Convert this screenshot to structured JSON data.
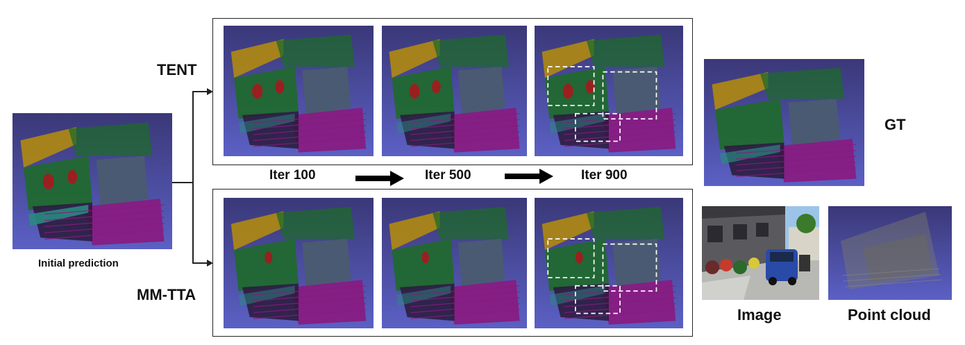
{
  "labels": {
    "initial": "Initial prediction",
    "tent": "TENT",
    "mmtta": "MM-TTA",
    "gt": "GT",
    "image": "Image",
    "point_cloud": "Point cloud"
  },
  "iterations": [
    "Iter 100",
    "Iter 500",
    "Iter 900"
  ],
  "colors": {
    "sky_top": "#3a3878",
    "sky_bottom": "#5b60c4",
    "building": "#b08a10",
    "vegetation": "#1e6a2a",
    "car": "#4a5a72",
    "road": "#8a1a80",
    "sidewalk": "#2a8a80",
    "person": "#9a2020",
    "terrain": "#2a1a3a"
  },
  "highlight_boxes": "dashed-white"
}
